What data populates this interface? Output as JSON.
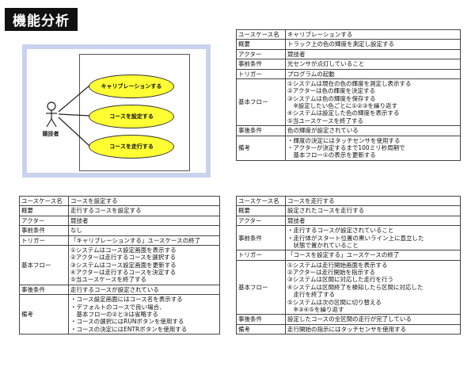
{
  "page_title": "機能分析",
  "diagram": {
    "actor": "競技者",
    "use_cases": [
      "キャリブレーションする",
      "コースを設定する",
      "コースを走行する"
    ]
  },
  "tables": [
    {
      "rows": [
        {
          "key": "ユースケース名",
          "lines": [
            "キャリブレーションする"
          ]
        },
        {
          "key": "概要",
          "lines": [
            "トラック上の色の輝度を測定し設定する"
          ]
        },
        {
          "key": "アクター",
          "lines": [
            "競技者"
          ]
        },
        {
          "key": "事前条件",
          "lines": [
            "光センサが点灯していること"
          ]
        },
        {
          "key": "トリガー",
          "lines": [
            "プログラムの起動"
          ]
        },
        {
          "key": "基本フロー",
          "lines": [
            "①システムは現在の色の輝度を測定し表示する",
            "②アクターは色の輝度を決定する",
            "③システムは色の輝度を保存する",
            "　※設定したい色ごとに①②③を繰り返す",
            "④システムは設定した色の輝度を表示する",
            "⑤当ユースケースを終了する"
          ]
        },
        {
          "key": "事後条件",
          "lines": [
            "色の輝度が設定されている"
          ]
        },
        {
          "key": "備考",
          "lines": [
            "・輝度の決定にはタッチセンサを使用する",
            "・アクターが決定するまで100ミリ秒周期で",
            "　基本フロー①の表示を更新する"
          ]
        }
      ]
    },
    {
      "rows": [
        {
          "key": "ユースケース名",
          "lines": [
            "コースを設定する"
          ]
        },
        {
          "key": "概要",
          "lines": [
            "走行するコースを設定する"
          ]
        },
        {
          "key": "アクター",
          "lines": [
            "競技者"
          ]
        },
        {
          "key": "事前条件",
          "lines": [
            "なし"
          ]
        },
        {
          "key": "トリガー",
          "lines": [
            "「キャリブレーションする」ユースケースの終了"
          ]
        },
        {
          "key": "基本フロー",
          "lines": [
            "①システムはコース設定画面を表示する",
            "②アクターは走行するコースを選択する",
            "③システムはコース設定画面を更新する",
            "④アクターは走行するコースを決定する",
            "⑤当ユースケースを終了する"
          ]
        },
        {
          "key": "事後条件",
          "lines": [
            "走行するコースが設定されている"
          ]
        },
        {
          "key": "備考",
          "lines": [
            "・コース設定画面にはコース名を表示する",
            "・デフォルトのコースで良い場合、",
            "　基本フローの②と③は省略する",
            "・コースの選択にはRUNボタンを使用する",
            "・コースの決定にはENTRボタンを使用する"
          ]
        }
      ]
    },
    {
      "rows": [
        {
          "key": "ユースケース名",
          "lines": [
            "コースを走行する"
          ]
        },
        {
          "key": "概要",
          "lines": [
            "設定されたコースを走行する"
          ]
        },
        {
          "key": "アクター",
          "lines": [
            "競技者"
          ]
        },
        {
          "key": "事前条件",
          "lines": [
            "・走行するコースが設定されていること",
            "・走行体がスタート位置の黒いライン上に直立した",
            "　状態で置かれていること"
          ]
        },
        {
          "key": "トリガー",
          "lines": [
            "「コースを設定する」ユースケースの終了"
          ]
        },
        {
          "key": "基本フロー",
          "lines": [
            "①システムは走行開始画面を表示する",
            "②アクターは走行開始を指示する",
            "③システムは区間に対応した走行を行う",
            "④システムは区間終了を検知したら区間に対応した",
            "　走行を終了する",
            "⑤システムは次の区間に切り替える",
            "　※③④⑤を繰り返す"
          ]
        },
        {
          "key": "事後条件",
          "lines": [
            "設定したコースの全区間の走行が完了している"
          ]
        },
        {
          "key": "備考",
          "lines": [
            "走行開始の指示にはタッチセンサを使用する"
          ]
        }
      ]
    }
  ]
}
